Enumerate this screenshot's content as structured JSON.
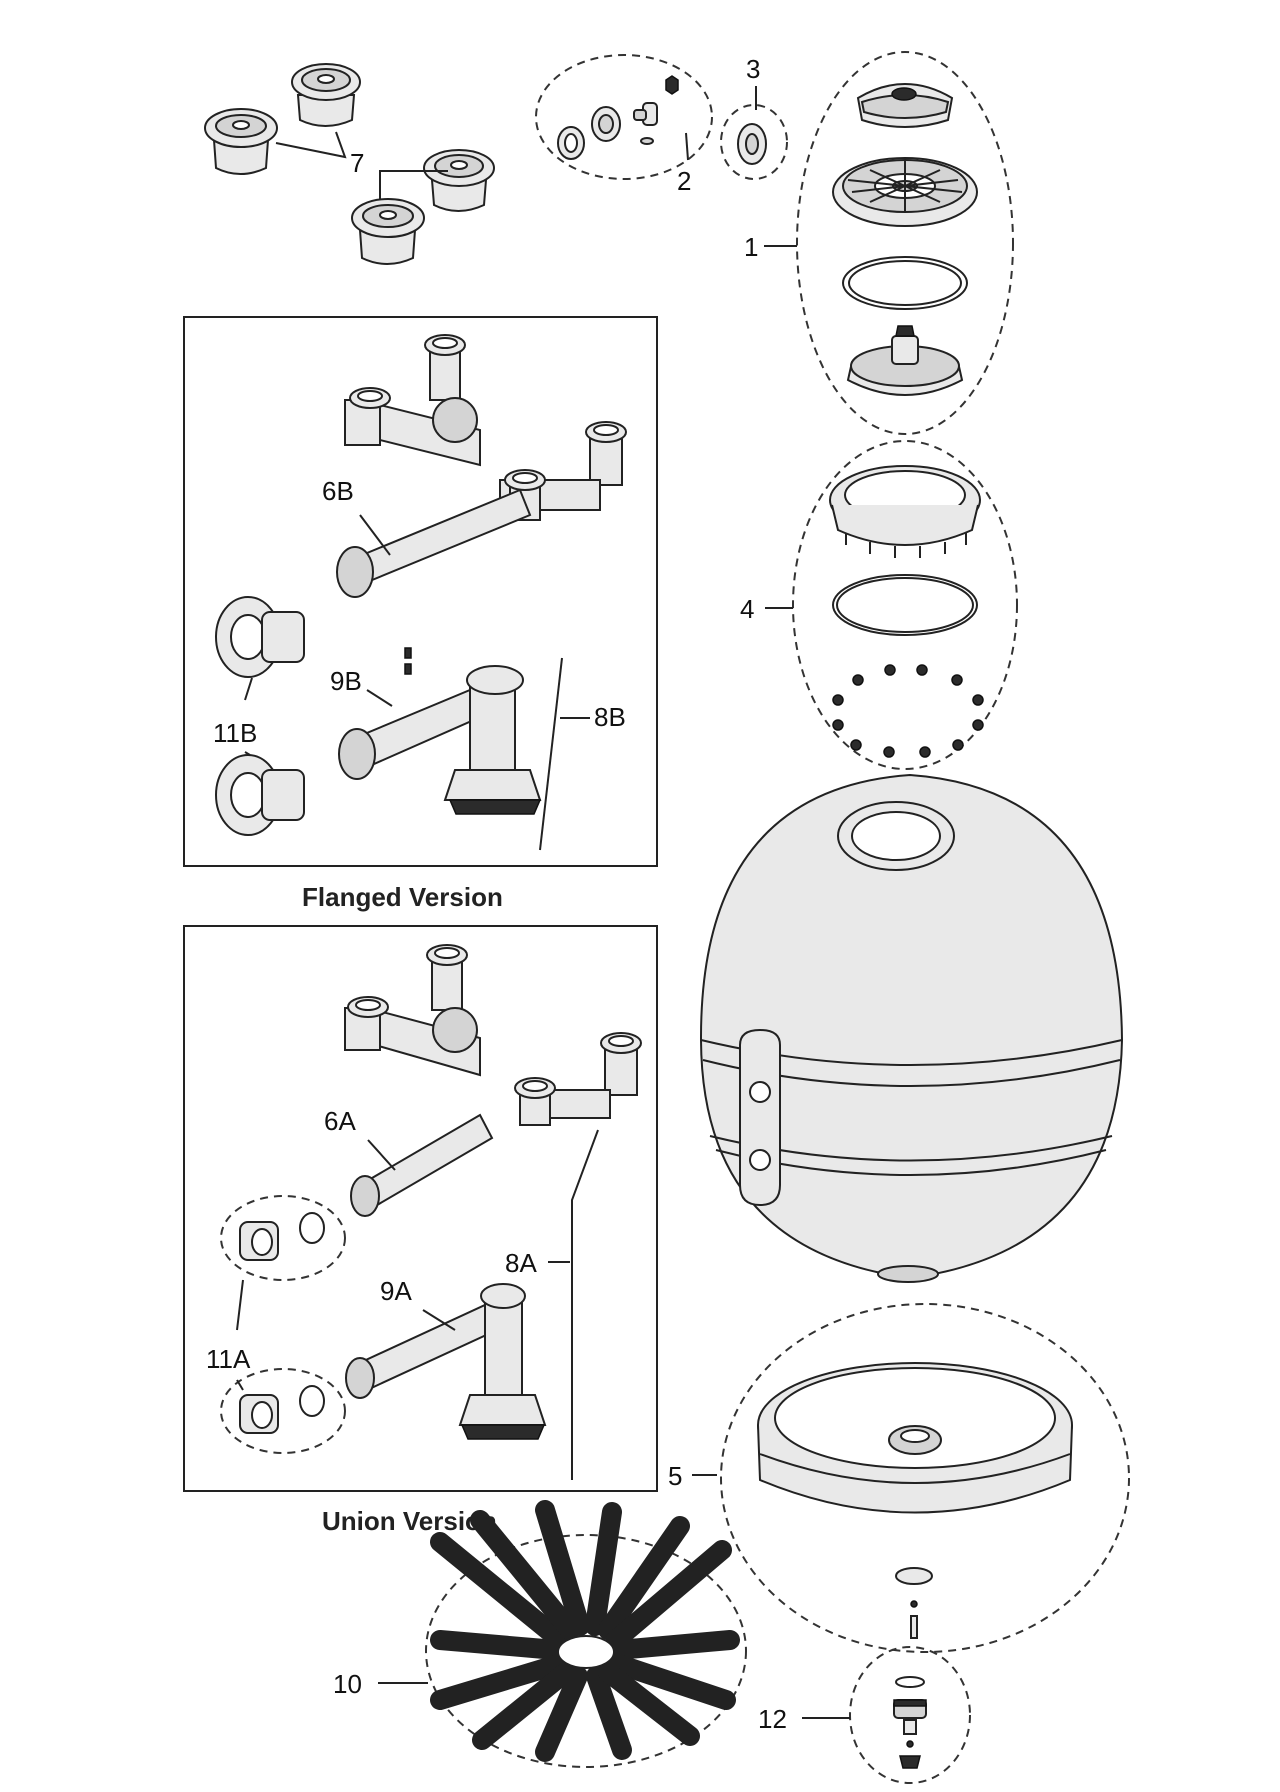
{
  "captions": {
    "flanged": "Flanged Version",
    "union": "Union Version"
  },
  "callouts": {
    "c1": "1",
    "c2": "2",
    "c3": "3",
    "c4": "4",
    "c5": "5",
    "c6a": "6A",
    "c6b": "6B",
    "c7": "7",
    "c8a": "8A",
    "c8b": "8B",
    "c9a": "9A",
    "c9b": "9B",
    "c10": "10",
    "c11a": "11A",
    "c11b": "11B",
    "c12": "12"
  }
}
